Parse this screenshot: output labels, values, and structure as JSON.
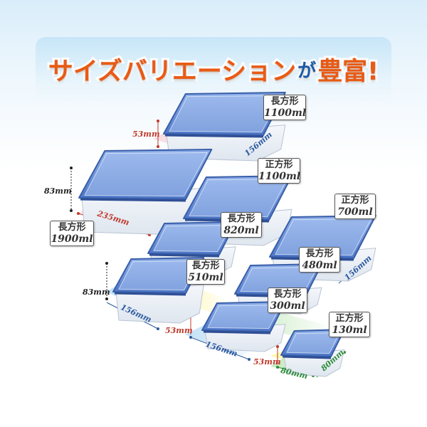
{
  "headline": {
    "part1": "サイズバリエーション",
    "part2": "が",
    "part3": "豊富!"
  },
  "colors": {
    "headline_orange": "#e95a14",
    "headline_blue": "#1a5aa6",
    "lid_blue": "#4f7fd0",
    "dim_red": "#c0392b",
    "dim_blue": "#2c5aa0",
    "dim_green": "#2e8b3a",
    "dim_black": "#222222"
  },
  "containers": [
    {
      "id": "rect-1100",
      "shape": "長方形",
      "capacity": "1100ml"
    },
    {
      "id": "rect-1900",
      "shape": "長方形",
      "capacity": "1900ml"
    },
    {
      "id": "square-1100",
      "shape": "正方形",
      "capacity": "1100ml"
    },
    {
      "id": "rect-820",
      "shape": "長方形",
      "capacity": "820ml"
    },
    {
      "id": "square-700",
      "shape": "正方形",
      "capacity": "700ml"
    },
    {
      "id": "rect-480",
      "shape": "長方形",
      "capacity": "480ml"
    },
    {
      "id": "rect-510",
      "shape": "長方形",
      "capacity": "510ml"
    },
    {
      "id": "rect-300",
      "shape": "長方形",
      "capacity": "300ml"
    },
    {
      "id": "square-130",
      "shape": "正方形",
      "capacity": "130ml"
    }
  ],
  "dimensions": {
    "d53_top": "53mm",
    "d156_top": "156mm",
    "d83_top": "83mm",
    "d235": "235mm",
    "d156_right": "156mm",
    "d83_mid": "83mm",
    "d156_left": "156mm",
    "d53_mid": "53mm",
    "d156_bottom": "156mm",
    "d53_bottom": "53mm",
    "d80_a": "80mm",
    "d80_b": "80mm"
  }
}
